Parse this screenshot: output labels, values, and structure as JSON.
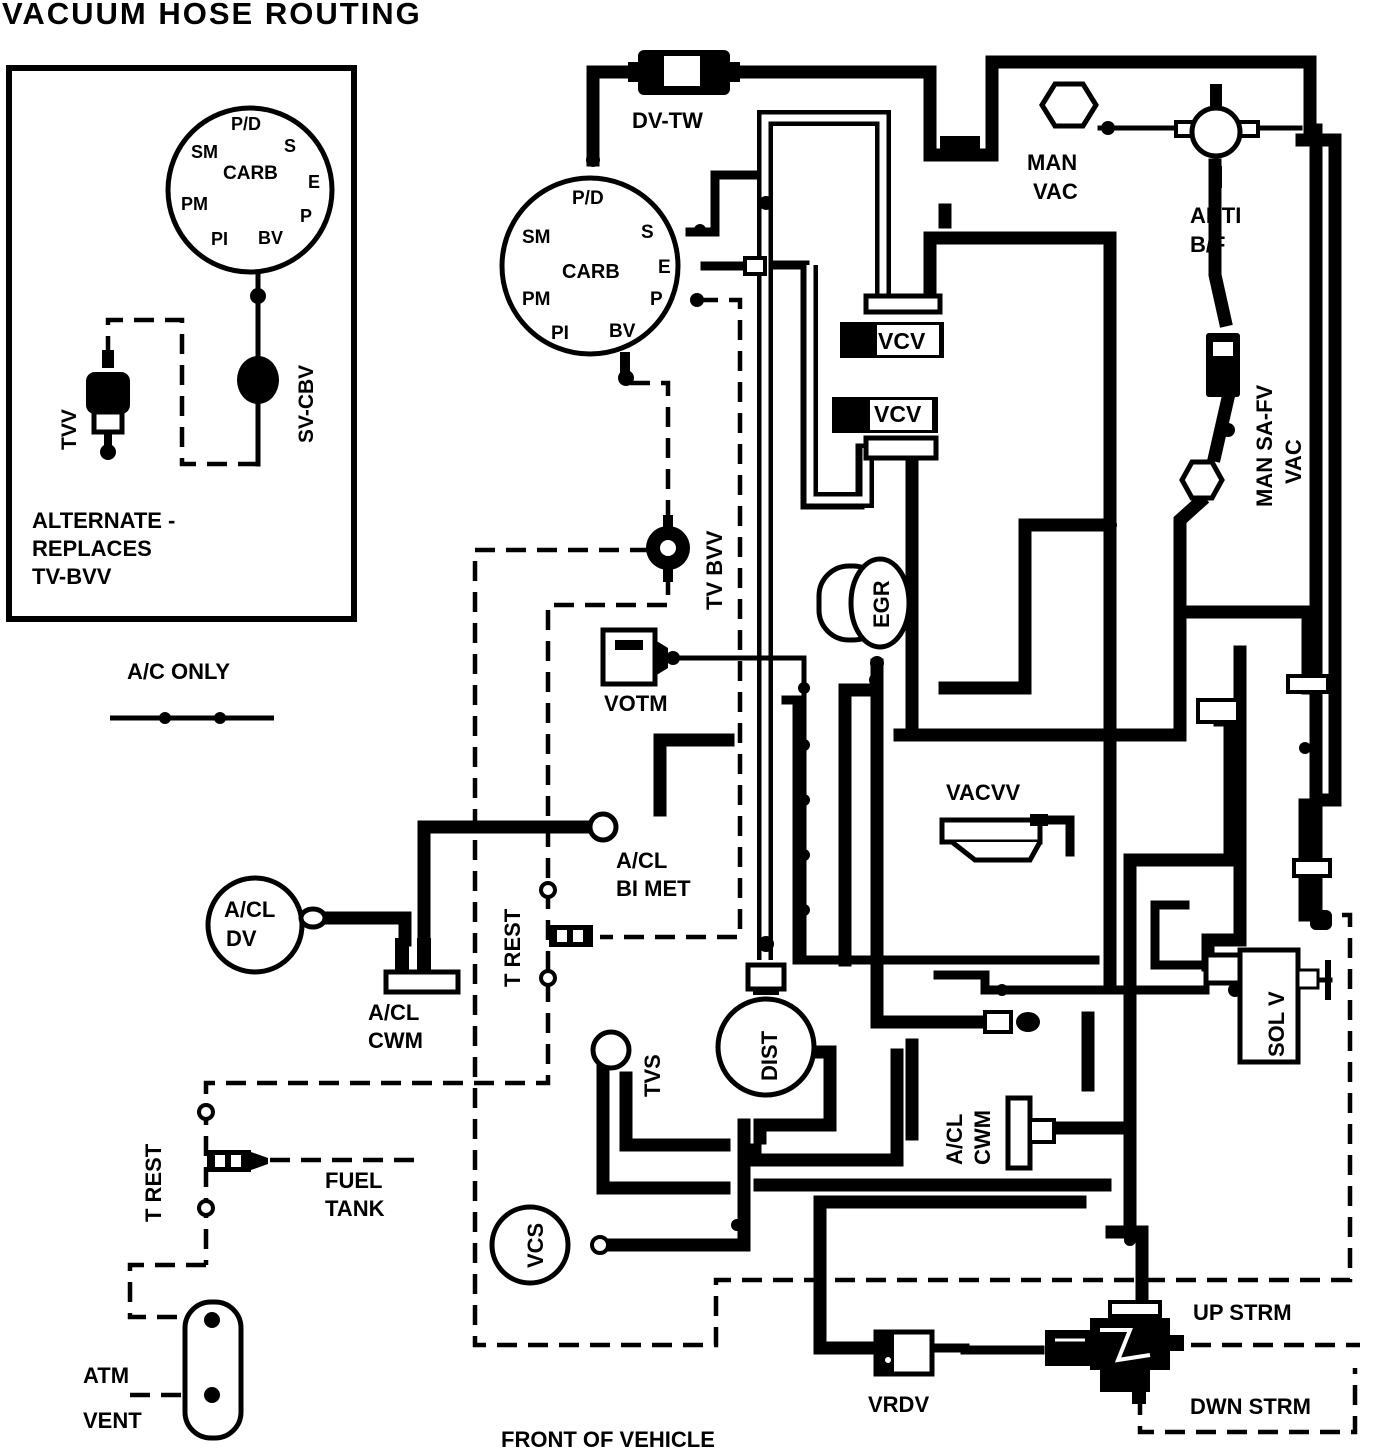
{
  "title": "VACUUM HOSE ROUTING",
  "inset": {
    "carb_ports": [
      "P/D",
      "S",
      "E",
      "P",
      "BV",
      "PI",
      "PM",
      "SM"
    ],
    "carb_label": "CARB",
    "tvv_label": "TVV",
    "svcbv_label": "SV-CBV",
    "note_lines": [
      "ALTERNATE -",
      "REPLACES",
      "TV-BVV"
    ]
  },
  "legend": {
    "ac_only": "A/C ONLY"
  },
  "components": {
    "dv_tw": "DV-TW",
    "carb_ports": [
      "P/D",
      "S",
      "E",
      "P",
      "BV",
      "PI",
      "PM",
      "SM"
    ],
    "carb": "CARB",
    "man_vac": [
      "MAN",
      "VAC"
    ],
    "anti_bf": [
      "ANTI",
      "B/F"
    ],
    "vcv_1": "VCV",
    "vcv_2": "VCV",
    "man_sa_fv_vac": [
      "MAN SA-FV",
      "VAC"
    ],
    "tv_bvv": "TV BVV",
    "egr": "EGR",
    "votm": "VOTM",
    "vacvv": "VACVV",
    "acl_bimet": [
      "A/CL",
      "BI MET"
    ],
    "acl_dv": [
      "A/CL",
      "DV"
    ],
    "acl_cwm_left": [
      "A/CL",
      "CWM"
    ],
    "t_rest_mid": "T REST",
    "tvs": "TVS",
    "dist": "DIST",
    "sol_v": "SOL V",
    "acl_cwm_right": [
      "A/CL",
      "CWM"
    ],
    "t_rest_low": "T REST",
    "fuel_tank": [
      "FUEL",
      "TANK"
    ],
    "vcs": "VCS",
    "up_strm": "UP STRM",
    "atm": "ATM",
    "vent": "VENT",
    "vrdv": "VRDV",
    "dwn_strm": "DWN  STRM",
    "front": "FRONT OF VEHICLE"
  }
}
